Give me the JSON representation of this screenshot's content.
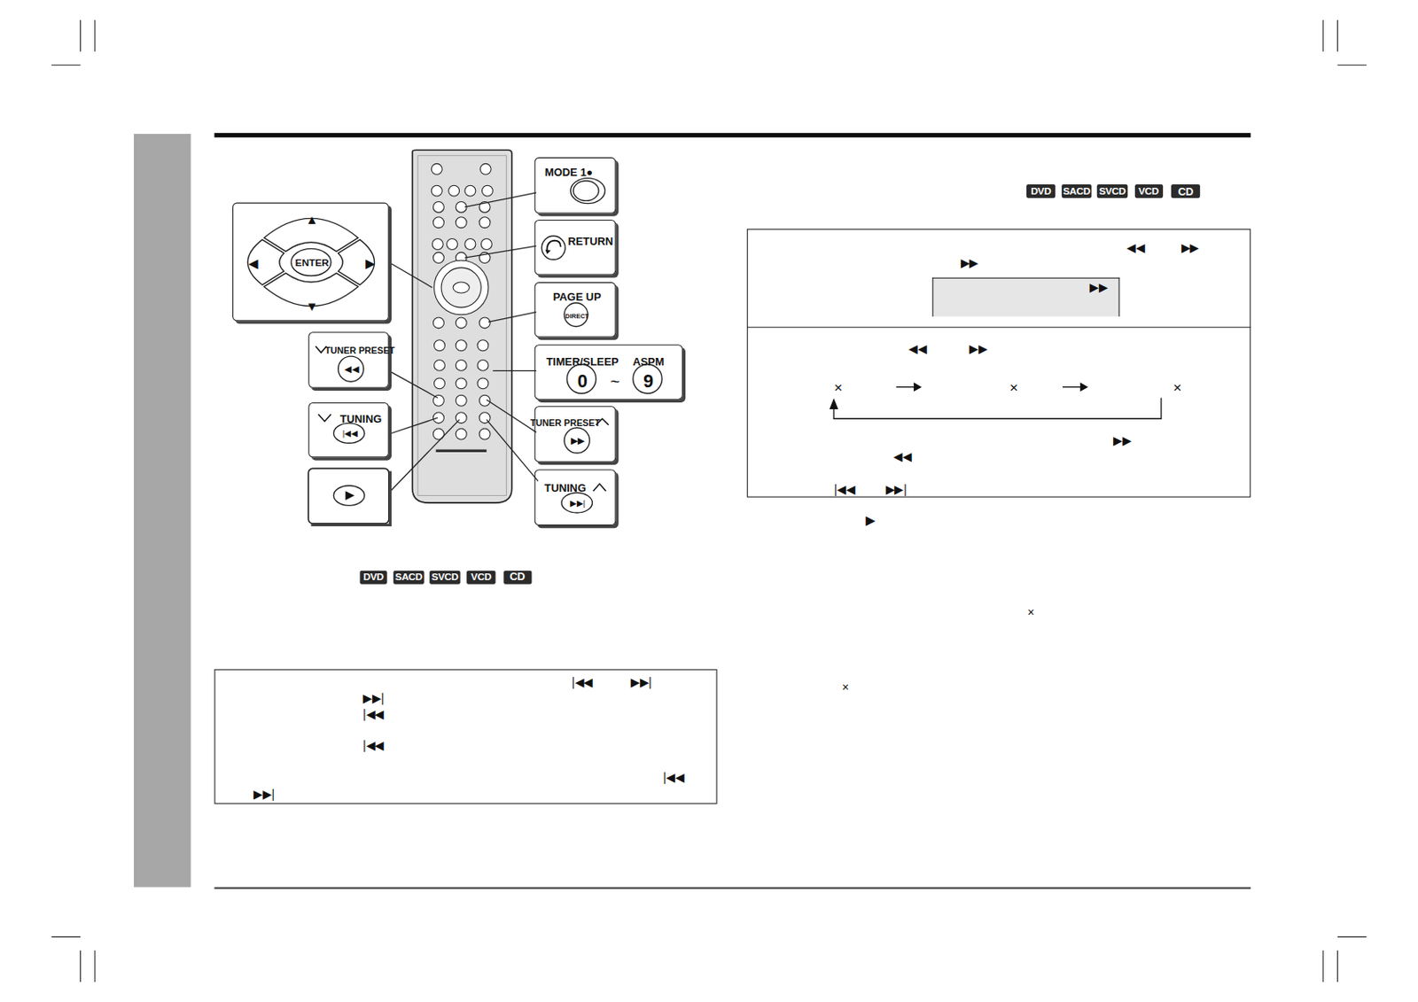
{
  "diagram": {
    "nodes": [
      {
        "text": [
          "▲",
          "◀",
          "ENTER",
          "▶",
          "▼"
        ]
      },
      {
        "text": [
          "MODE 1●"
        ]
      },
      {
        "text": [
          "RETURN"
        ]
      },
      {
        "text": [
          "PAGE UP",
          "DIRECT"
        ]
      },
      {
        "text": [
          "TIMER/SLEEP",
          "ASPM",
          "0",
          "~",
          "9"
        ]
      },
      {
        "text": [
          "TUNER PRESET",
          "◀◀"
        ]
      },
      {
        "text": [
          "TUNING",
          "|◀◀"
        ]
      },
      {
        "text": [
          "TUNER PRESET",
          "▶▶"
        ]
      },
      {
        "text": [
          "TUNING",
          "▶▶|"
        ]
      },
      {
        "text": [
          "DVD"
        ]
      },
      {
        "text": [
          "SACD"
        ]
      },
      {
        "text": [
          "SVCD"
        ]
      },
      {
        "text": [
          "VCD"
        ]
      },
      {
        "text": [
          "CD"
        ]
      },
      {
        "text": [
          "◀◀",
          "▶▶",
          "▶▶",
          "◀◀",
          "▶▶",
          "×",
          "×",
          "×",
          "▶▶",
          "◀◀",
          "|◀◀",
          "▶▶|"
        ]
      },
      {
        "text": [
          "▶▶"
        ],
        "in": 14
      },
      {
        "text": [
          "DVD"
        ]
      },
      {
        "text": [
          "SACD"
        ]
      },
      {
        "text": [
          "SVCD"
        ]
      },
      {
        "text": [
          "VCD"
        ]
      },
      {
        "text": [
          "CD"
        ]
      },
      {
        "text": [
          "|◀◀",
          "▶▶|",
          "▶▶|",
          "|◀◀",
          "|◀◀",
          "|◀◀",
          "▶▶|"
        ]
      }
    ],
    "labels": [
      "▶",
      "×",
      "×"
    ]
  }
}
